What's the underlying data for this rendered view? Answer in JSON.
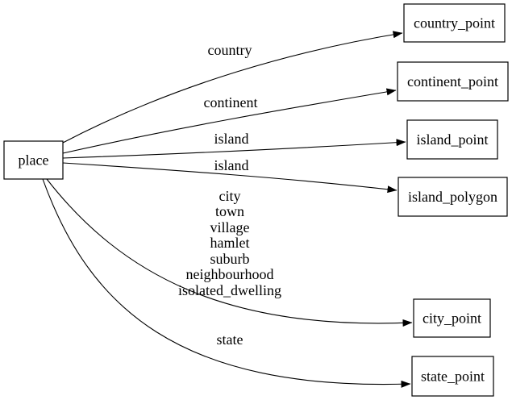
{
  "nodes": {
    "place": {
      "label": "place"
    },
    "country_point": {
      "label": "country_point"
    },
    "continent_point": {
      "label": "continent_point"
    },
    "island_point": {
      "label": "island_point"
    },
    "island_polygon": {
      "label": "island_polygon"
    },
    "city_point": {
      "label": "city_point"
    },
    "state_point": {
      "label": "state_point"
    }
  },
  "edges": {
    "country": {
      "from": "place",
      "to": "country_point",
      "label": "country"
    },
    "continent": {
      "from": "place",
      "to": "continent_point",
      "label": "continent"
    },
    "island_point": {
      "from": "place",
      "to": "island_point",
      "label": "island"
    },
    "island_polygon": {
      "from": "place",
      "to": "island_polygon",
      "label": "island"
    },
    "city": {
      "from": "place",
      "to": "city_point",
      "lines": [
        "city",
        "town",
        "village",
        "hamlet",
        "suburb",
        "neighbourhood",
        "isolated_dwelling"
      ]
    },
    "state": {
      "from": "place",
      "to": "state_point",
      "label": "state"
    }
  },
  "colors": {
    "background": "#ffffff",
    "stroke": "#000000",
    "text": "#000000",
    "node_fill": "#ffffff"
  }
}
